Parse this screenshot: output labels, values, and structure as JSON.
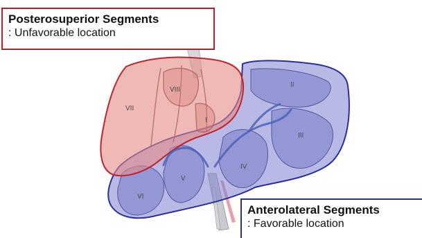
{
  "callouts": {
    "posterior": {
      "title": "Posterosuperior Segments",
      "subtitle": ": Unfavorable location"
    },
    "anterior": {
      "title": "Anterolateral Segments",
      "subtitle": ": Favorable location"
    }
  },
  "segments": {
    "s1": "I",
    "s2": "II",
    "s3": "III",
    "s4": "IV",
    "s5": "V",
    "s6": "VI",
    "s7": "VII",
    "s8": "VIII"
  },
  "colors": {
    "posterior_border": "#c0232b",
    "posterior_fill": "#e58a86",
    "anterior_border": "#2a2f9a",
    "anterior_fill": "#7e7fd0"
  }
}
